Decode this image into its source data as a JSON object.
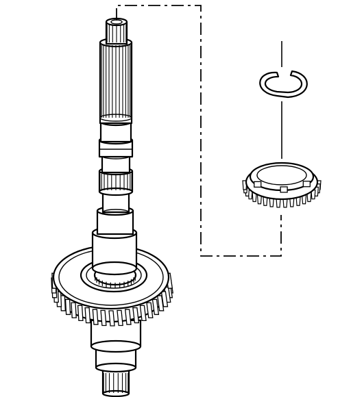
{
  "diagram": {
    "kind": "exploded-view",
    "parts": [
      "main-shaft",
      "helical-gear",
      "snap-ring",
      "synchronizer-ring"
    ],
    "line_color": "#000000",
    "background": "#ffffff",
    "gear_tooth_count": 44,
    "sync_tooth_count": 34
  }
}
